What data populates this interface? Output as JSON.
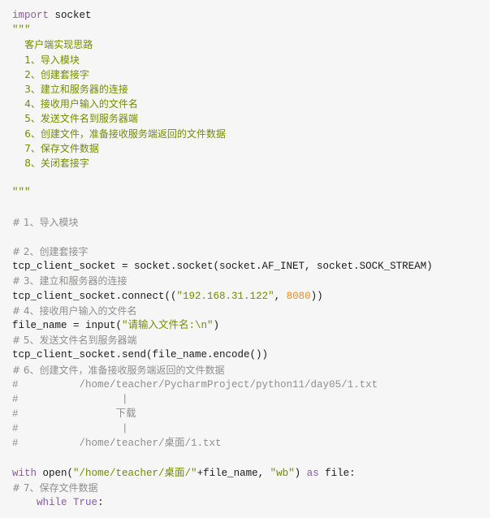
{
  "code": {
    "language": "python",
    "lines": {
      "l1": {
        "kw": "import",
        "rest": " socket"
      },
      "l2": {
        "doc": "\"\"\""
      },
      "l3": {
        "doc": "    客户端实现思路"
      },
      "l4": {
        "doc": "    1、导入模块"
      },
      "l5": {
        "doc": "    2、创建套接字"
      },
      "l6": {
        "doc": "    3、建立和服务器的连接"
      },
      "l7": {
        "doc": "    4、接收用户输入的文件名"
      },
      "l8": {
        "doc": "    5、发送文件名到服务器端"
      },
      "l9": {
        "doc": "    6、创建文件，准备接收服务端返回的文件数据"
      },
      "l10": {
        "doc": "    7、保存文件数据"
      },
      "l11": {
        "doc": "    8、关闭套接字"
      },
      "l12": {
        "doc": ""
      },
      "l13": {
        "doc": "\"\"\""
      },
      "l14": {
        "text": ""
      },
      "l15": {
        "cmt": "# 1、导入模块"
      },
      "l16": {
        "text": ""
      },
      "l17": {
        "cmt": "# 2、创建套接字"
      },
      "l18": {
        "text": "tcp_client_socket = socket.socket(socket.AF_INET, socket.SOCK_STREAM)"
      },
      "l19": {
        "cmt": "# 3、建立和服务器的连接"
      },
      "l20": {
        "pre": "tcp_client_socket.connect((",
        "str": "\"192.168.31.122\"",
        "mid": ", ",
        "num": "8080",
        "post": "))"
      },
      "l21": {
        "cmt": "# 4、接收用户输入的文件名"
      },
      "l22": {
        "pre": "file_name = input(",
        "str": "\"请输入文件名:\\n\"",
        "post": ")"
      },
      "l23": {
        "cmt": "# 5、发送文件名到服务器端"
      },
      "l24": {
        "text": "tcp_client_socket.send(file_name.encode())"
      },
      "l25": {
        "cmt": "# 6、创建文件，准备接收服务端返回的文件数据"
      },
      "l26": {
        "cmt": "#          /home/teacher/PycharmProject/python11/day05/1.txt"
      },
      "l27": {
        "cmt": "#                 |"
      },
      "l28": {
        "cmt": "#                下载"
      },
      "l29": {
        "cmt": "#                 |"
      },
      "l30": {
        "cmt": "#          /home/teacher/桌面/1.txt"
      },
      "l31": {
        "text": ""
      },
      "l32": {
        "kw1": "with",
        "pre": " open(",
        "str1": "\"/home/teacher/桌面/\"",
        "mid": "+file_name, ",
        "str2": "\"wb\"",
        "post": ") ",
        "kw2": "as",
        "end": " file:"
      },
      "l33": {
        "cmt": "# 7、保存文件数据"
      },
      "l34": {
        "indent": "    ",
        "kw": "while",
        "sp": " ",
        "kw2": "True",
        "end": ":"
      }
    }
  },
  "colors": {
    "background": "#f6f6f6",
    "keyword": "#8959a8",
    "string": "#718c00",
    "number": "#f5871f",
    "comment": "#8e908c"
  }
}
